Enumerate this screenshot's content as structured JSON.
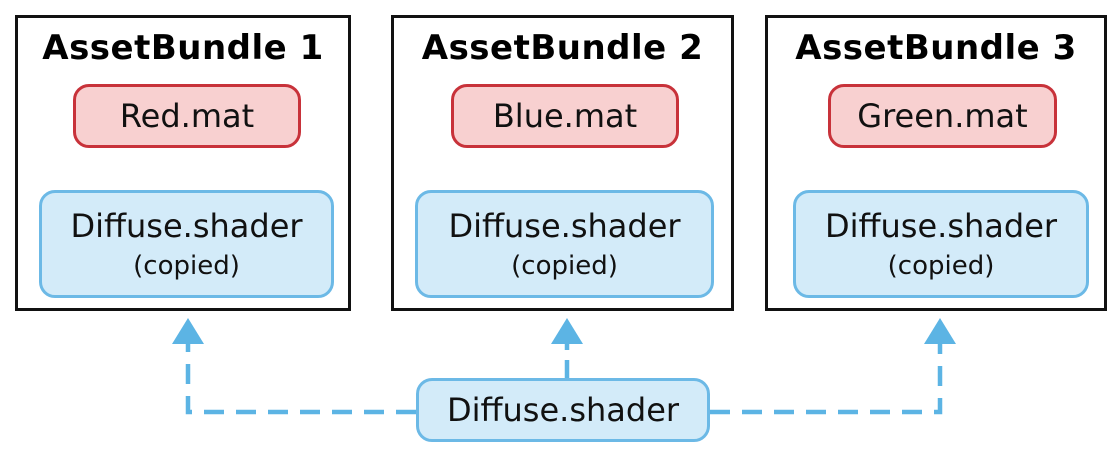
{
  "bundles": [
    {
      "title": "AssetBundle 1",
      "material": "Red.mat",
      "shader": "Diffuse.shader",
      "shader_note": "(copied)"
    },
    {
      "title": "AssetBundle 2",
      "material": "Blue.mat",
      "shader": "Diffuse.shader",
      "shader_note": "(copied)"
    },
    {
      "title": "AssetBundle 3",
      "material": "Green.mat",
      "shader": "Diffuse.shader",
      "shader_note": "(copied)"
    }
  ],
  "source": {
    "label": "Diffuse.shader"
  },
  "colors": {
    "material_fill": "#f8d0d0",
    "material_border": "#c8323a",
    "shader_fill": "#d3ebf9",
    "shader_border": "#6cb9e6",
    "bundle_border": "#111111",
    "arrow_red": "#c8323a",
    "arrow_blue": "#5cb4e4"
  }
}
